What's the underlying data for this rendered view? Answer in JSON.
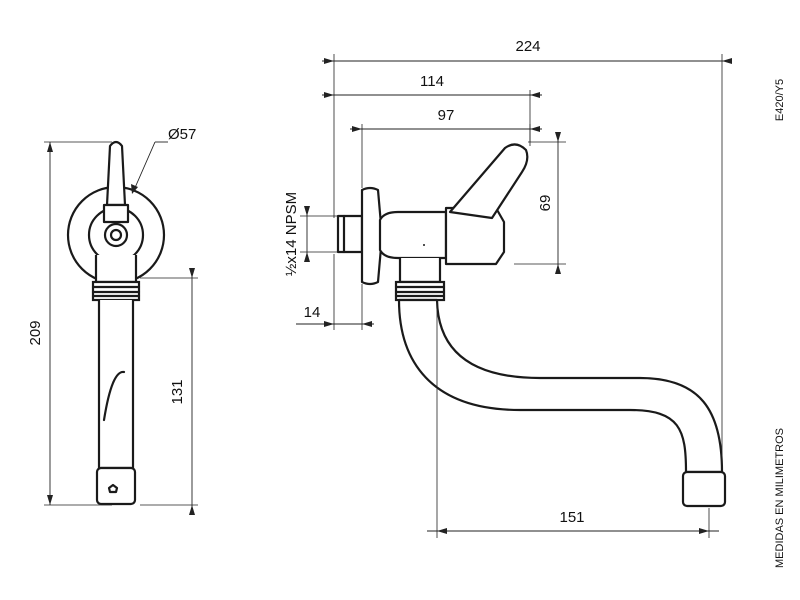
{
  "drawing": {
    "code": "E420/Y5",
    "units_note": "MEDIDAS EN MILIMETROS",
    "thread_label": "½x14 NPSM",
    "front_view": {
      "diameter_label": "Ø57",
      "height_total": "209",
      "height_spout": "131"
    },
    "side_view": {
      "overall_width": "224",
      "to_handle_end": "114",
      "to_handle_base": "97",
      "handle_height": "69",
      "thread_depth": "14",
      "spout_reach": "151"
    }
  }
}
